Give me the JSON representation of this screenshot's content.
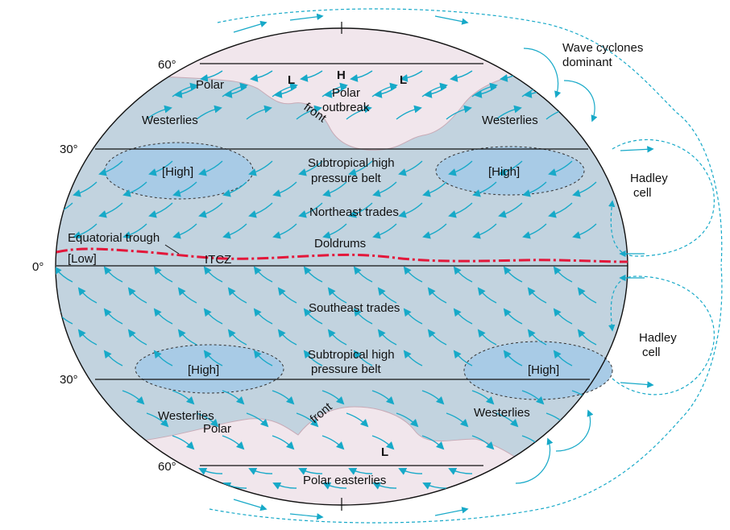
{
  "colors": {
    "globe": "#c2d3df",
    "polar_air": "#f1e6ec",
    "high_cell": "#a8cbe6",
    "arrow": "#17a9c8",
    "itcz": "#e3173a",
    "line": "#111111"
  },
  "latitudes": {
    "lat60_n": "60°",
    "lat30_n": "30°",
    "equator": "0°",
    "lat30_s": "30°",
    "lat60_s": "60°"
  },
  "north": {
    "low_left": "L",
    "high": "H",
    "low_right": "L",
    "polar": "Polar",
    "front": "front",
    "polar_outbreak_1": "Polar",
    "polar_outbreak_2": "outbreak",
    "westerlies_left": "Westerlies",
    "westerlies_right": "Westerlies",
    "high_left": "[High]",
    "high_right": "[High]",
    "subtropical_1": "Subtropical high",
    "subtropical_2": "pressure belt",
    "northeast_trades": "Northeast trades",
    "equatorial_trough": "Equatorial trough",
    "doldrums": "Doldrums",
    "low": "[Low]",
    "itcz": "ITCZ"
  },
  "south": {
    "southeast_trades": "Southeast trades",
    "subtropical_1": "Subtropical high",
    "subtropical_2": "pressure belt",
    "high_left": "[High]",
    "high_right": "[High]",
    "westerlies_left": "Westerlies",
    "westerlies_right": "Westerlies",
    "polar": "Polar",
    "front": "front",
    "low": "L",
    "polar_easterlies": "Polar easterlies"
  },
  "side": {
    "wave_cyclones_1": "Wave cyclones",
    "wave_cyclones_2": "dominant",
    "hadley_upper_1": "Hadley",
    "hadley_upper_2": "cell",
    "hadley_lower_1": "Hadley",
    "hadley_lower_2": "cell"
  }
}
